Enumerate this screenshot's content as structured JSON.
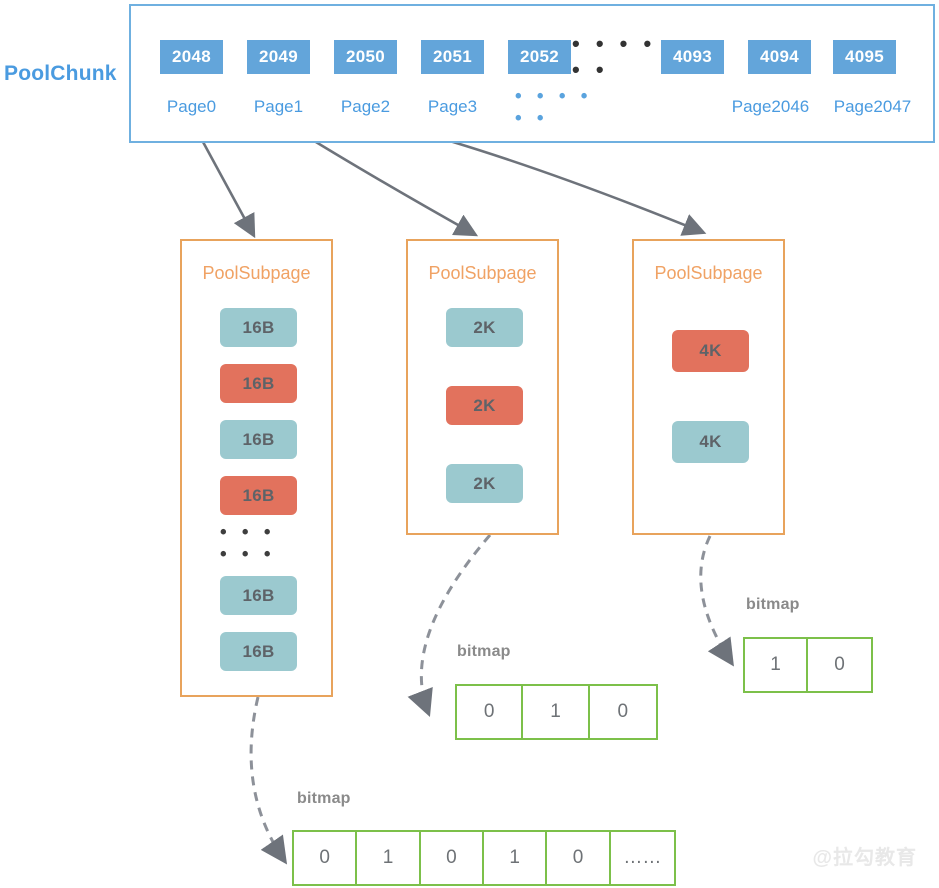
{
  "diagram": {
    "title": "PoolChunk to PoolSubpage memory layout",
    "watermark": "@拉勾教育"
  },
  "colors": {
    "chunk_border": "#6FB0E0",
    "chunk_cell": "#63A5DA",
    "chunk_label": "#4A9BE0",
    "subpage_border": "#E8A35C",
    "subpage_title": "#F0A264",
    "block_free": "#9BC9CF",
    "block_used": "#E2725D",
    "bitmap_border": "#7CC04A",
    "arrow": "#6E737B",
    "watermark": "#E8E8E8"
  },
  "chunk": {
    "label": "PoolChunk",
    "cells": [
      {
        "id": "2048",
        "page": "Page0"
      },
      {
        "id": "2049",
        "page": "Page1"
      },
      {
        "id": "2050",
        "page": "Page2"
      },
      {
        "id": "2051",
        "page": "Page3"
      },
      {
        "id": "2052",
        "page": ""
      },
      {
        "id": "4093",
        "page": ""
      },
      {
        "id": "4094",
        "page": "Page2046"
      },
      {
        "id": "4095",
        "page": "Page2047"
      }
    ],
    "ellipsis_top": "• • • • • •",
    "ellipsis_bottom": "• • • • • •"
  },
  "subpages": [
    {
      "title": "PoolSubpage",
      "blocks": [
        {
          "label": "16B",
          "state": "free"
        },
        {
          "label": "16B",
          "state": "used"
        },
        {
          "label": "16B",
          "state": "free"
        },
        {
          "label": "16B",
          "state": "used"
        },
        {
          "label": "16B",
          "state": "free"
        },
        {
          "label": "16B",
          "state": "free"
        }
      ],
      "ellipsis": "• • • • • •"
    },
    {
      "title": "PoolSubpage",
      "blocks": [
        {
          "label": "2K",
          "state": "free"
        },
        {
          "label": "2K",
          "state": "used"
        },
        {
          "label": "2K",
          "state": "free"
        }
      ],
      "ellipsis": ""
    },
    {
      "title": "PoolSubpage",
      "blocks": [
        {
          "label": "4K",
          "state": "used"
        },
        {
          "label": "4K",
          "state": "free"
        }
      ],
      "ellipsis": ""
    }
  ],
  "bitmaps": [
    {
      "label": "bitmap",
      "cells": [
        "0",
        "1",
        "0",
        "1",
        "0",
        "……"
      ]
    },
    {
      "label": "bitmap",
      "cells": [
        "0",
        "1",
        "0"
      ]
    },
    {
      "label": "bitmap",
      "cells": [
        "1",
        "0"
      ]
    }
  ]
}
